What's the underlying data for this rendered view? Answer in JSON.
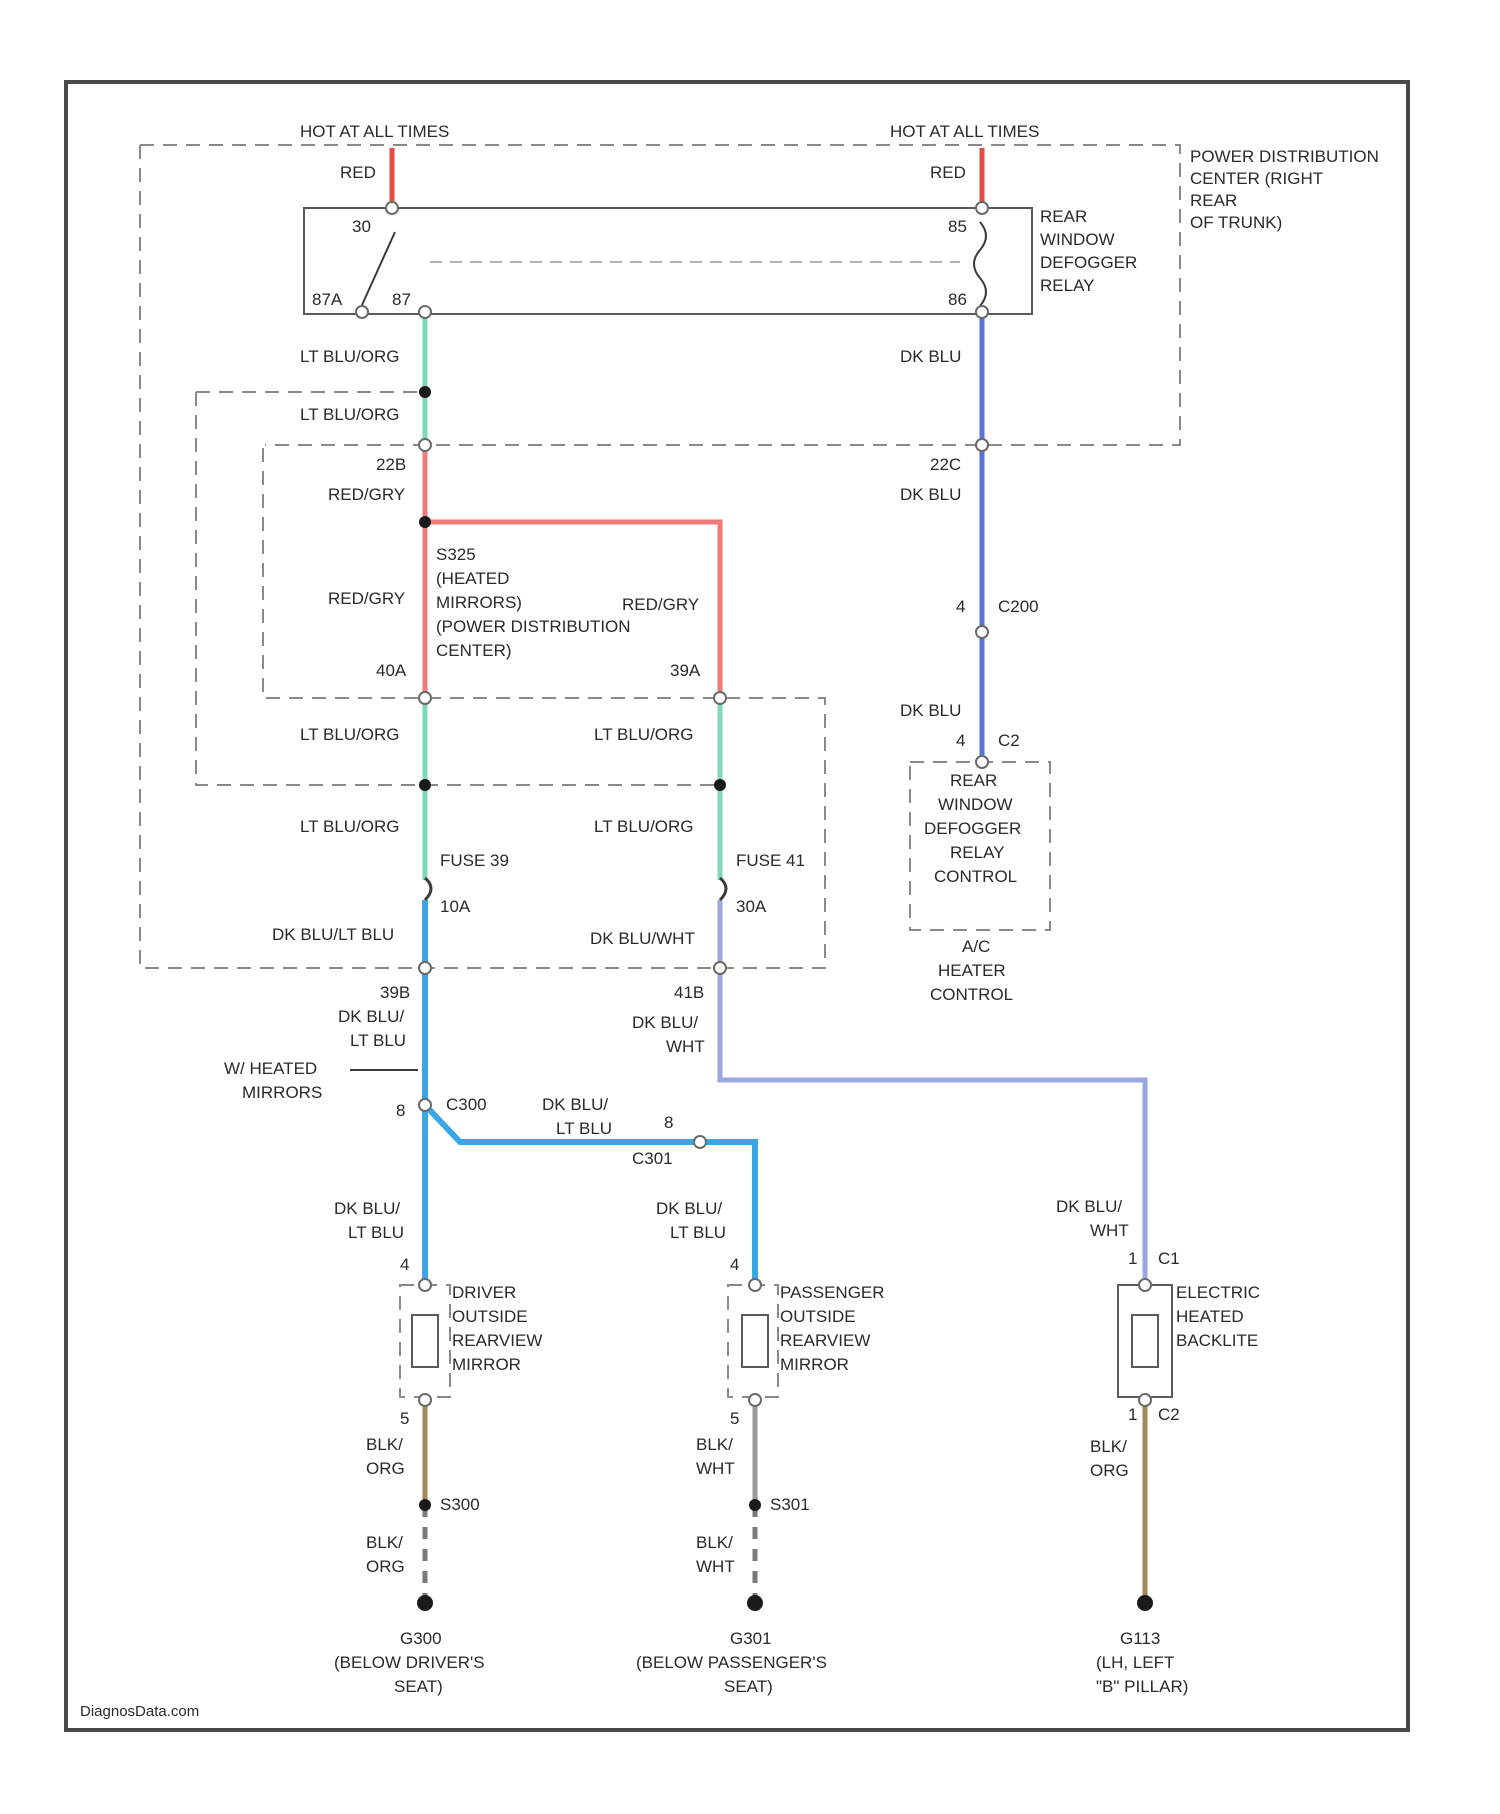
{
  "top_left_power": "HOT AT ALL TIMES",
  "top_right_power": "HOT AT ALL TIMES",
  "pdc_label": [
    "POWER DISTRIBUTION",
    "CENTER (RIGHT",
    "REAR",
    "OF TRUNK)"
  ],
  "relay_label": [
    "REAR",
    "WINDOW",
    "DEFOGGER",
    "RELAY"
  ],
  "relay_pins": {
    "p30": "30",
    "p87a": "87A",
    "p87": "87",
    "p85": "85",
    "p86": "86"
  },
  "wire_labels": {
    "red_left": "RED",
    "red_right": "RED",
    "ltbluorg_1": "LT BLU/ORG",
    "ltbluorg_2": "LT BLU/ORG",
    "redgry_1": "RED/GRY",
    "redgry_2": "RED/GRY",
    "redgry_3": "RED/GRY",
    "dkblu_1": "DK BLU",
    "dkblu_2": "DK BLU",
    "dkblu_3": "DK BLU",
    "ltbluorg_3": "LT BLU/ORG",
    "ltbluorg_4": "LT BLU/ORG",
    "ltbluorg_5": "LT BLU/ORG",
    "ltbluorg_6": "LT BLU/ORG",
    "dkbluwht_fuse": "DK BLU/WHT",
    "dkblultblu_fuse": "DK BLU/LT BLU",
    "dkblu_ltblu_a1": "DK BLU/",
    "dkblu_ltblu_a2": "LT BLU",
    "dkblu_ltblu_b1": "DK BLU/",
    "dkblu_ltblu_b2": "LT BLU",
    "dkblu_ltblu_c1": "DK BLU/",
    "dkblu_ltblu_c2": "LT BLU",
    "dkblu_ltblu_d1": "DK BLU/",
    "dkblu_ltblu_d2": "LT BLU",
    "dkblu_wht_a1": "DK BLU/",
    "dkblu_wht_a2": "WHT",
    "dkblu_wht_b1": "DK BLU/",
    "dkblu_wht_b2": "WHT",
    "blkorg_a1": "BLK/",
    "blkorg_a2": "ORG",
    "blkorg_b1": "BLK/",
    "blkorg_b2": "ORG",
    "blkwht_a1": "BLK/",
    "blkwht_a2": "WHT",
    "blkwht_b1": "BLK/",
    "blkwht_b2": "WHT",
    "blkorg_c1": "BLK/",
    "blkorg_c2": "ORG"
  },
  "connectors": {
    "c22b": "22B",
    "c22c": "22C",
    "c40a": "40A",
    "c39a": "39A",
    "c39b": "39B",
    "c41b": "41B",
    "c200_pin": "4",
    "c200": "C200",
    "c2_pin": "4",
    "c2": "C2",
    "c300_pin": "8",
    "c300": "C300",
    "c301_pin": "8",
    "c301": "C301",
    "drv_pin_top": "4",
    "drv_pin_bot": "5",
    "pass_pin_top": "4",
    "pass_pin_bot": "5",
    "bl_c1_pin": "1",
    "bl_c1": "C1",
    "bl_c2_pin": "1",
    "bl_c2": "C2"
  },
  "splice_s325": [
    "S325",
    "(HEATED",
    "MIRRORS)",
    "(POWER DISTRIBUTION",
    "CENTER)"
  ],
  "fuse_39": {
    "name": "FUSE 39",
    "rating": "10A"
  },
  "fuse_41": {
    "name": "FUSE 41",
    "rating": "30A"
  },
  "heated_mirrors_note": [
    "W/ HEATED",
    "MIRRORS"
  ],
  "relay_control": [
    "REAR",
    "WINDOW",
    "DEFOGGER",
    "RELAY",
    "CONTROL"
  ],
  "ac_heater_control": [
    "A/C",
    "HEATER",
    "CONTROL"
  ],
  "driver_mirror": [
    "DRIVER",
    "OUTSIDE",
    "REARVIEW",
    "MIRROR"
  ],
  "passenger_mirror": [
    "PASSENGER",
    "OUTSIDE",
    "REARVIEW",
    "MIRROR"
  ],
  "backlite": [
    "ELECTRIC",
    "HEATED",
    "BACKLITE"
  ],
  "splice_s300": "S300",
  "splice_s301": "S301",
  "ground_g300": [
    "G300",
    "(BELOW DRIVER'S",
    "SEAT)"
  ],
  "ground_g301": [
    "G301",
    "(BELOW PASSENGER'S",
    "SEAT)"
  ],
  "ground_g113": [
    "G113",
    "(LH, LEFT",
    "\"B\" PILLAR)"
  ],
  "watermark": "DiagnosData.com"
}
